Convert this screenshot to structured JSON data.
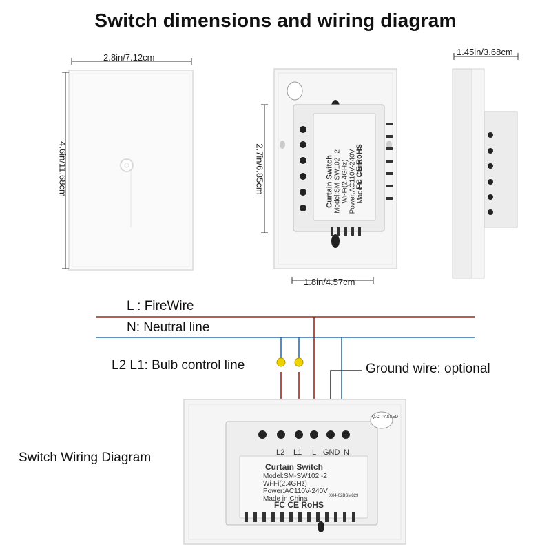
{
  "title": "Switch dimensions and wiring diagram",
  "dimensions": {
    "front_width": "2.8in/7.12cm",
    "front_height": "4.6in/11.68cm",
    "back_height": "2.7in/6.85cm",
    "back_width": "1.8in/4.57cm",
    "side_depth": "1.45in/3.68cm"
  },
  "wiring": {
    "live_label": "L : FireWire",
    "neutral_label": "N: Neutral line",
    "bulb_label": "L2 L1: Bulb control line",
    "ground_label": "Ground wire: optional",
    "diagram_label": "Switch Wiring Diagram",
    "colors": {
      "live": "#a0281e",
      "neutral": "#2a6fb5",
      "ground": "#333333",
      "bulb": "#e8c800"
    }
  },
  "module": {
    "name": "Curtain Switch",
    "model": "Model:SM-SW102 -2",
    "wifi": "Wi-Fi(2.4GHz)",
    "power": "Power:AC110V-240V",
    "origin": "Made in China",
    "certs": "FC CE RoHS",
    "batch": "X04-02BSM829",
    "qc_stamp": "Q.C. PASSED",
    "terminals": [
      "L2",
      "L1",
      "L",
      "GND",
      "N"
    ]
  }
}
